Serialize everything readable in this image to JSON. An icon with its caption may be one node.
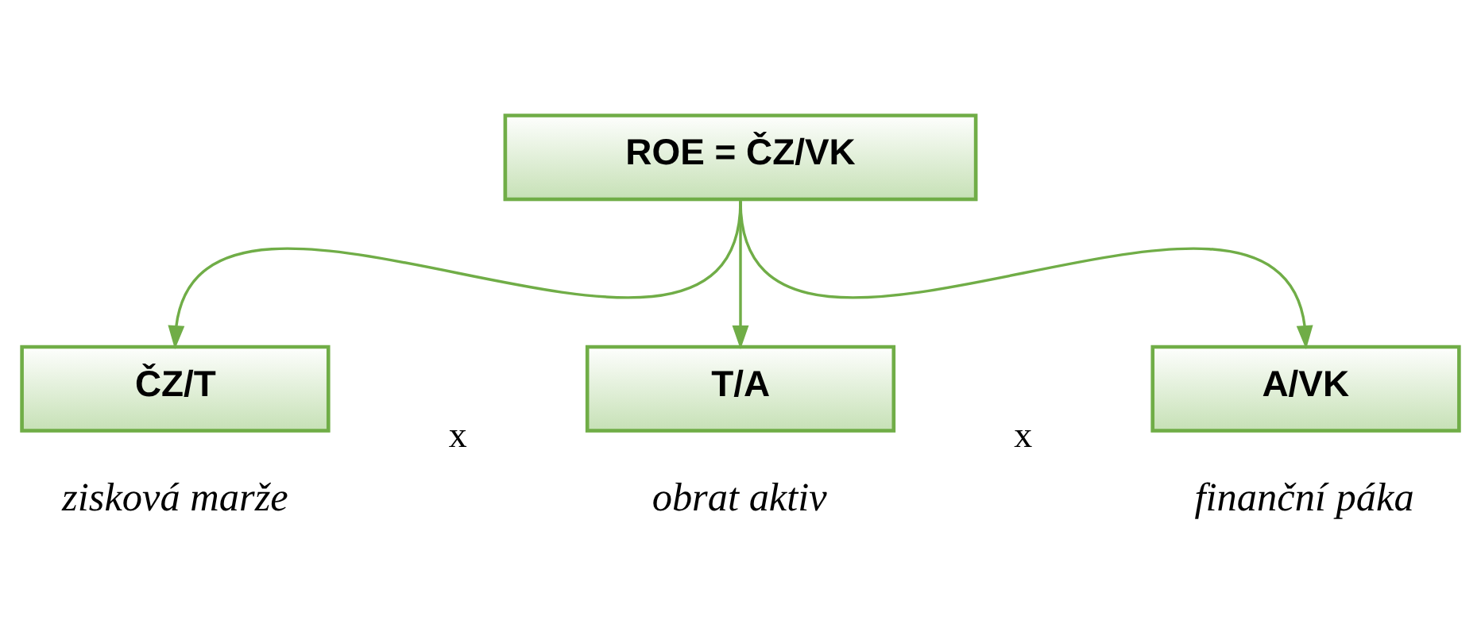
{
  "diagram": {
    "nodes": [
      {
        "text": [
          "ROE = ČZ/VK"
        ]
      },
      {
        "text": [
          "ČZ/T"
        ],
        "beside": [
          "zisková marže"
        ]
      },
      {
        "text": [
          "T/A"
        ],
        "beside": [
          "obrat aktiv"
        ]
      },
      {
        "text": [
          "A/VK"
        ],
        "beside": [
          "finanční páka"
        ]
      }
    ],
    "edges": [
      {
        "from": 0,
        "to": 1,
        "arrow": "to",
        "color": "#70ad47"
      },
      {
        "from": 0,
        "to": 2,
        "arrow": "to",
        "color": "#70ad47"
      },
      {
        "from": 0,
        "to": 3,
        "arrow": "to",
        "color": "#70ad47"
      }
    ],
    "labels": [
      "x",
      "x"
    ]
  }
}
